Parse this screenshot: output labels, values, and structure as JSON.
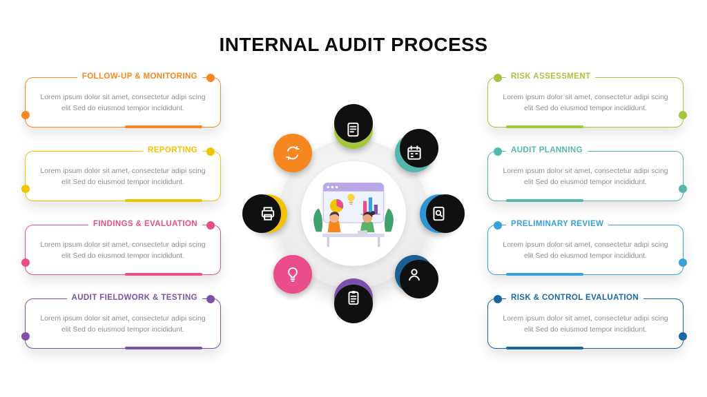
{
  "slide": {
    "title": "INTERNAL AUDIT PROCESS"
  },
  "cards": {
    "left": [
      {
        "title": "FOLLOW-UP & MONITORING",
        "body": "Lorem ipsum dolor sit amet, consectetur adipi scing elit Sed do eiusmod tempor incididunt.",
        "accent": "#F6861F"
      },
      {
        "title": "REPORTING",
        "body": "Lorem ipsum dolor sit amet, consectetur adipi scing elit Sed do eiusmod tempor incididunt.",
        "accent": "#F2C400"
      },
      {
        "title": "FINDINGS & EVALUATION",
        "body": "Lorem ipsum dolor sit amet, consectetur adipi scing elit Sed do eiusmod tempor incididunt.",
        "accent": "#E94D8A"
      },
      {
        "title": "AUDIT FIELDWORK & TESTING",
        "body": "Lorem ipsum dolor sit amet, consectetur adipi scing elit Sed do eiusmod tempor incididunt.",
        "accent": "#7B52A5"
      }
    ],
    "right": [
      {
        "title": "RISK ASSESSMENT",
        "body": "Lorem ipsum dolor sit amet, consectetur adipi scing elit Sed do eiusmod tempor incididunt.",
        "accent": "#A4C63C"
      },
      {
        "title": "AUDIT PLANNING",
        "body": "Lorem ipsum dolor sit amet, consectetur adipi scing elit Sed do eiusmod tempor incididunt.",
        "accent": "#52B8AE"
      },
      {
        "title": "PRELIMINARY REVIEW",
        "body": "Lorem ipsum dolor sit amet, consectetur adipi scing elit Sed do eiusmod tempor incididunt.",
        "accent": "#3AA0D9"
      },
      {
        "title": "RISK & CONTROL EVALUATION",
        "body": "Lorem ipsum dolor sit amet, consectetur adipi scing elit Sed do eiusmod tempor incididunt.",
        "accent": "#1767A5"
      }
    ]
  },
  "diagram": {
    "nodes": [
      {
        "step": "risk-assessment",
        "icon": "document-edit-icon",
        "color": "#A4C63C",
        "position": "top"
      },
      {
        "step": "audit-planning",
        "icon": "calendar-icon",
        "color": "#52B8AE",
        "position": "top-right"
      },
      {
        "step": "preliminary-review",
        "icon": "document-search-icon",
        "color": "#2F94CF",
        "position": "right"
      },
      {
        "step": "risk-control-evaluation",
        "icon": "user-icon",
        "color": "#1B5F93",
        "position": "bottom-right"
      },
      {
        "step": "audit-fieldwork-testing",
        "icon": "clipboard-icon",
        "color": "#7B52A5",
        "position": "bottom"
      },
      {
        "step": "findings-evaluation",
        "icon": "lightbulb-icon",
        "color": "#E94D8A",
        "position": "bottom-left"
      },
      {
        "step": "reporting",
        "icon": "printer-icon",
        "color": "#F2C400",
        "position": "left"
      },
      {
        "step": "follow-up-monitoring",
        "icon": "refresh-icon",
        "color": "#F6861F",
        "position": "top-left"
      }
    ]
  }
}
